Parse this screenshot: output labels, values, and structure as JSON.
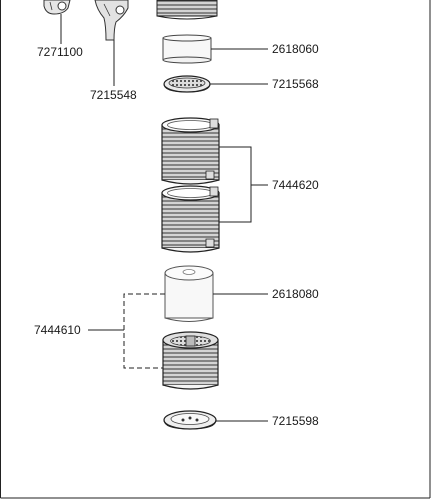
{
  "part_labels": {
    "p7271100": "7271100",
    "p7215548": "7215548",
    "p2618060": "2618060",
    "p7215568": "7215568",
    "p7444620": "7444620",
    "p2618080": "2618080",
    "p7444610": "7444610",
    "p7215598": "7215598"
  }
}
